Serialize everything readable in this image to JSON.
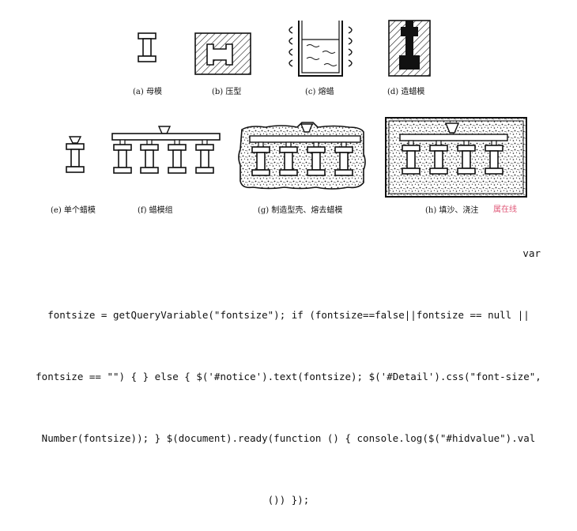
{
  "captions": {
    "a": "(a) 母模",
    "b": "(b) 压型",
    "c": "(c) 熔蜡",
    "d": "(d) 造蜡模",
    "e": "(e) 单个蜡模",
    "f": "(f) 蜡模组",
    "g": "(g) 制造型壳、熔去蜡模",
    "h": "(h) 填沙、浇注"
  },
  "watermark": "属在线",
  "code_lines": [
    "var",
    "fontsize = getQueryVariable(\"fontsize\"); if (fontsize==false||fontsize == null ||",
    "fontsize == \"\") { } else { $('#notice').text(fontsize); $('#Detail').css(\"font-size\",",
    "Number(fontsize)); } $(document).ready(function () { console.log($(\"#hidvalue\").val",
    "()) });"
  ]
}
